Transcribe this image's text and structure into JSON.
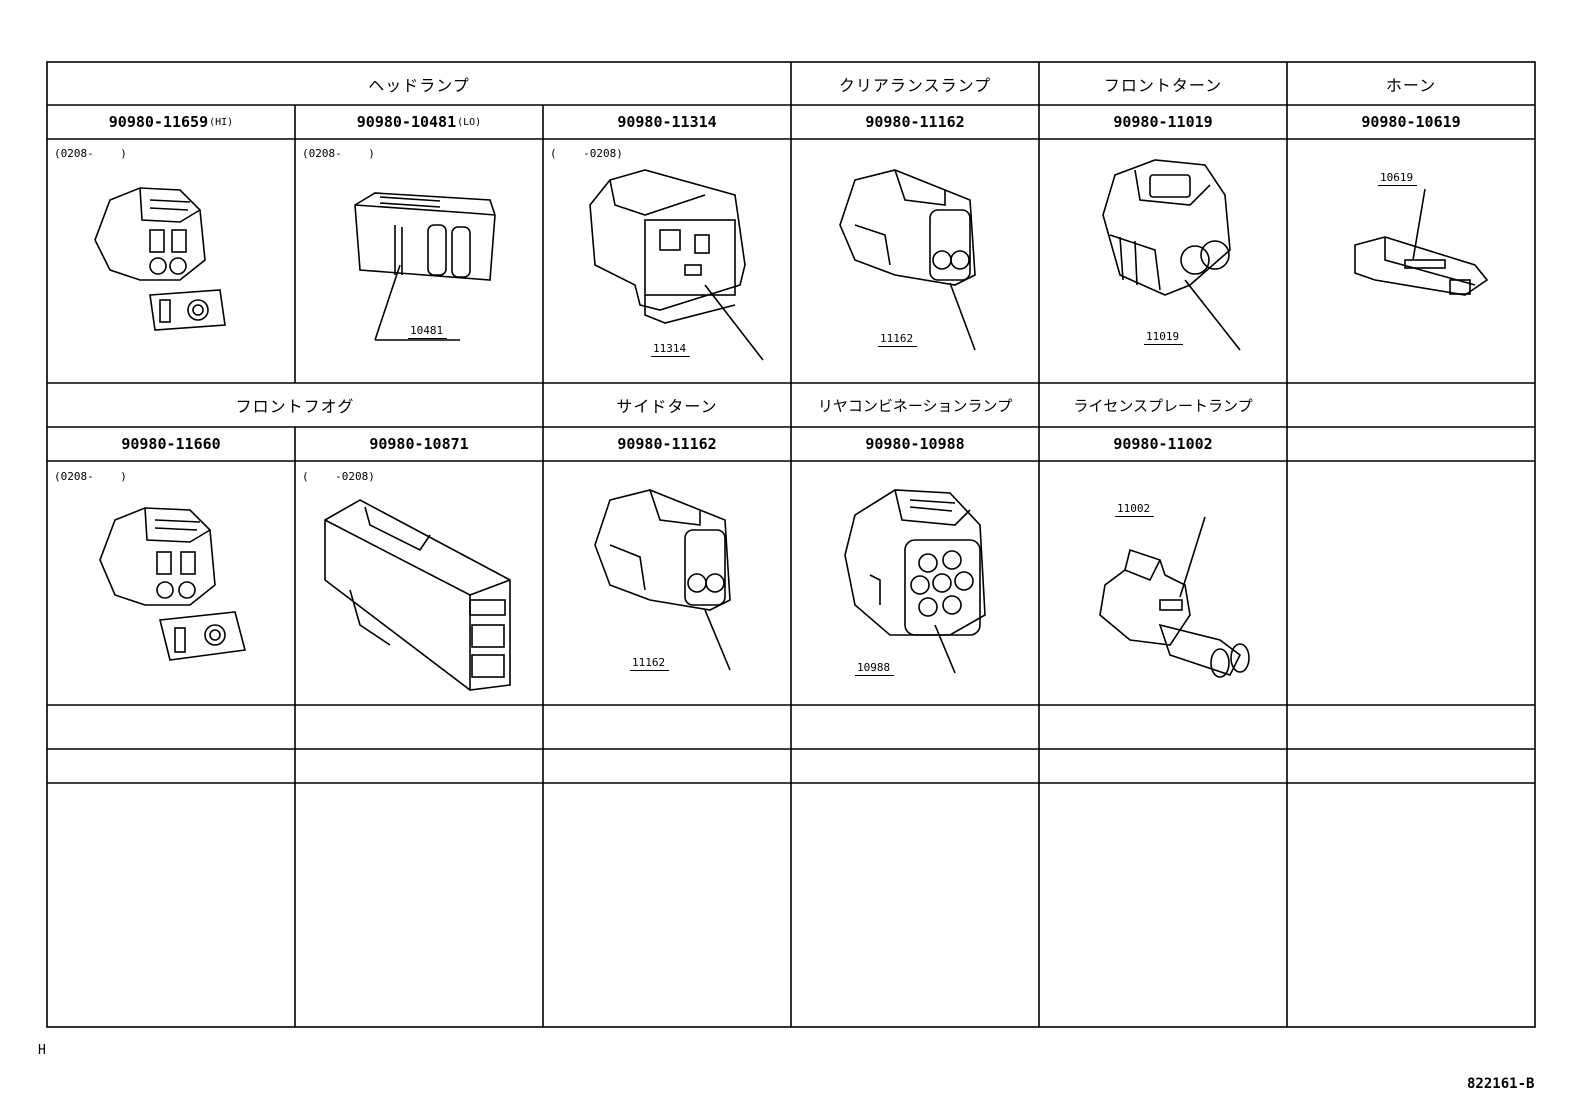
{
  "headers_row1": {
    "headlamp": "ヘッドランプ",
    "clearance": "クリアランスランプ",
    "front_turn": "フロントターン",
    "horn": "ホーン"
  },
  "parts_row1": [
    {
      "pn": "90980-11659",
      "suffix": "(HI)",
      "date": "(0208-    )",
      "label": ""
    },
    {
      "pn": "90980-10481",
      "suffix": "(LO)",
      "date": "(0208-    )",
      "label": "10481"
    },
    {
      "pn": "90980-11314",
      "suffix": "",
      "date": "(    -0208)",
      "label": "11314"
    },
    {
      "pn": "90980-11162",
      "suffix": "",
      "date": "",
      "label": "11162"
    },
    {
      "pn": "90980-11019",
      "suffix": "",
      "date": "",
      "label": "11019"
    },
    {
      "pn": "90980-10619",
      "suffix": "",
      "date": "",
      "label": "10619"
    }
  ],
  "headers_row2": {
    "front_fog": "フロントフオグ",
    "side_turn": "サイドターン",
    "rear_combination": "リヤコンビネーションランプ",
    "license_plate": "ライセンスプレートランプ"
  },
  "parts_row2": [
    {
      "pn": "90980-11660",
      "date": "(0208-    )",
      "label": ""
    },
    {
      "pn": "90980-10871",
      "date": "(    -0208)",
      "label": ""
    },
    {
      "pn": "90980-11162",
      "date": "",
      "label": "11162"
    },
    {
      "pn": "90980-10988",
      "date": "",
      "label": "10988"
    },
    {
      "pn": "90980-11002",
      "date": "",
      "label": "11002"
    }
  ],
  "footer": {
    "left_mark": "H",
    "drawing_no": "822161-B"
  }
}
